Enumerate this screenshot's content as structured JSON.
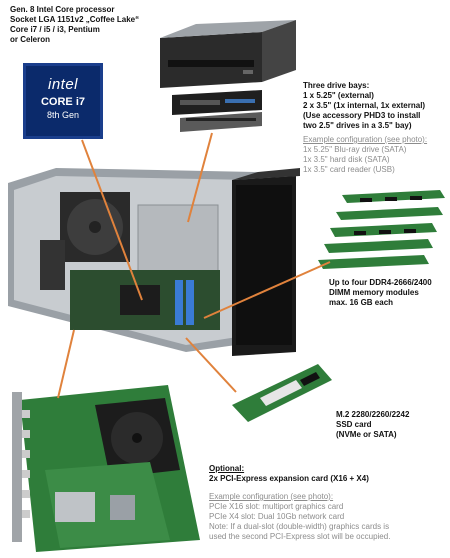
{
  "cpu": {
    "lines": [
      "Gen. 8 Intel Core processor",
      "Socket LGA 1151v2 „Coffee Lake“",
      "Core i7 / i5 / i3, Pentium",
      "or Celeron"
    ],
    "badge": {
      "brand": "intel",
      "model": "CORE i7",
      "gen": "8th Gen"
    }
  },
  "drive_bays": {
    "lines": [
      "Three drive bays:",
      "1 x 5.25\" (external)",
      "2 x 3.5\" (1x internal, 1x external)",
      "(Use accessory PHD3 to install",
      "two 2.5\" drives in a 3.5\" bay)"
    ],
    "example_title": "Example configuration (see photo):",
    "example_lines": [
      "1x 5.25\" Blu-ray drive (SATA)",
      "1x 3.5\" hard disk (SATA)",
      "1x 3.5\" card reader (USB)"
    ]
  },
  "memory": {
    "lines": [
      "Up to four DDR4-2666/2400",
      "DIMM memory modules",
      "max. 16 GB each"
    ]
  },
  "ssd": {
    "lines": [
      "M.2 2280/2260/2242",
      "SSD card",
      "(NVMe or SATA)"
    ]
  },
  "expansion": {
    "title": "Optional:",
    "line": "2x PCI-Express expansion card (X16 + X4)",
    "example_title": "Example configuration (see photo):",
    "example_lines": [
      "PCIe X16 slot: multiport graphics card",
      "PCIe X4 slot: Dual 10Gb network card",
      "Note: If a dual-slot (double-width) graphics cards is",
      "used the second PCI-Express slot will be occupied."
    ]
  },
  "colors": {
    "callout_line": "#e0823c",
    "pcb_green": "#2f7d3a",
    "chassis_dark": "#1a1a1a"
  }
}
